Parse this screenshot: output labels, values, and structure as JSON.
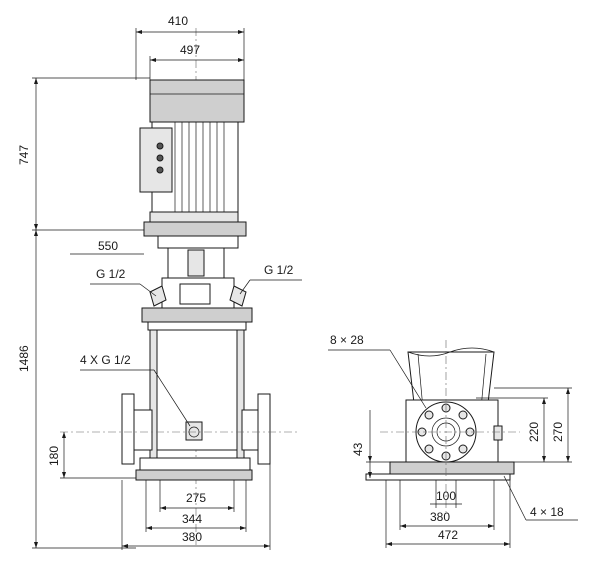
{
  "dimensions": {
    "motor_width": "410",
    "motor_top_width": "497",
    "motor_height": "747",
    "flange_width": "550",
    "left_port": "G 1/2",
    "right_port": "G 1/2",
    "total_height": "1486",
    "drain_ports": "4 X G 1/2",
    "inlet_height": "180",
    "base_inner": "275",
    "base_mid": "344",
    "base_outer": "380",
    "bolt_holes": "8 × 28",
    "base_height": "43",
    "flange_small": "220",
    "flange_large": "270",
    "flange_center": "100",
    "side_base_inner": "380",
    "side_base_outer": "472",
    "foot_holes": "4 × 18"
  }
}
